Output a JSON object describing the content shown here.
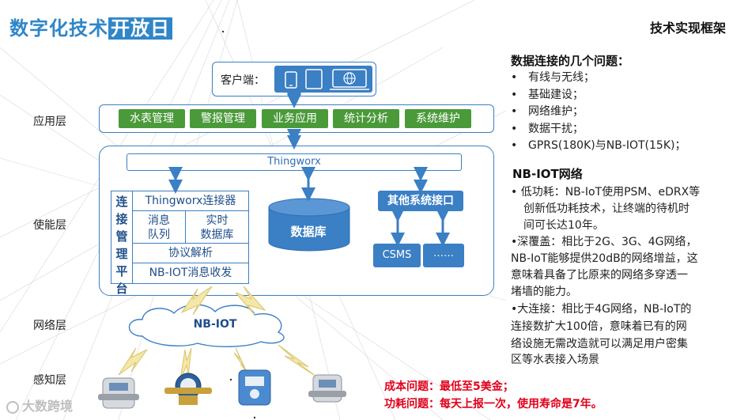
{
  "logo": {
    "text_main": "数字化技术",
    "text_highlight": "开放日"
  },
  "corner_title": "技术实现框架",
  "layers": [
    "应用层",
    "使能层",
    "网络层",
    "感知层"
  ],
  "client": {
    "label": "客户端："
  },
  "app_modules": [
    "水表管理",
    "警报管理",
    "业务应用",
    "统计分析",
    "系统维护"
  ],
  "platform": {
    "name": "Thingworx"
  },
  "connection_platform": {
    "title_chars": [
      "连",
      "接",
      "管",
      "理",
      "平",
      "台"
    ],
    "connector": "Thingworx连接器",
    "queue": [
      "消息",
      "队列"
    ],
    "realtime_db": [
      "实时",
      "数据库"
    ],
    "protocol": "协议解析",
    "nbiot_msg": "NB-IOT消息收发"
  },
  "database": "数据库",
  "other_interface": "其他系统接口",
  "csms": "CSMS",
  "ellipsis": "……",
  "network": "NB-IOT",
  "icons": [
    "phone-icon",
    "tablet-icon",
    "globe-icon",
    "water-meter-icon",
    "lightning-icon",
    "cloud-icon"
  ],
  "colors": {
    "primary_blue": "#3b7fc4",
    "module_green": "#4a9a3a",
    "alert_red": "#e0001a",
    "logo_blue": "#2f86c8"
  },
  "right_panel": {
    "questions_title": "数据连接的几个问题：",
    "questions": [
      "有线与无线；",
      "基础建设；",
      "网络维护；",
      "数据干扰；",
      "GPRS(180K)与NB-IOT(15K)；"
    ],
    "nbiot_title": "NB-IOT网络",
    "nbiot_lines": [
      "• 低功耗：NB-IoT使用PSM、eDRX等",
      "  创新低功耗技术，让终端的待机时",
      "  间可长达10年。",
      "•深覆盖：相比于2G、3G、4G网络，",
      "NB-IoT能够提供20dB的网络增益，这",
      "意味着具备了比原来的网络多穿透一",
      "堵墙的能力。",
      "•大连接：相比于4G网络，NB-IoT的",
      "连接数扩大100倍，意味着已有的网",
      "络设施无需改造就可以满足用户密集",
      "区等水表接入场景"
    ],
    "cost_line": "成本问题：最低至5美金；",
    "power_line": "功耗问题：每天上报一次，使用寿命是7年。"
  },
  "watermark": "大数跨境"
}
